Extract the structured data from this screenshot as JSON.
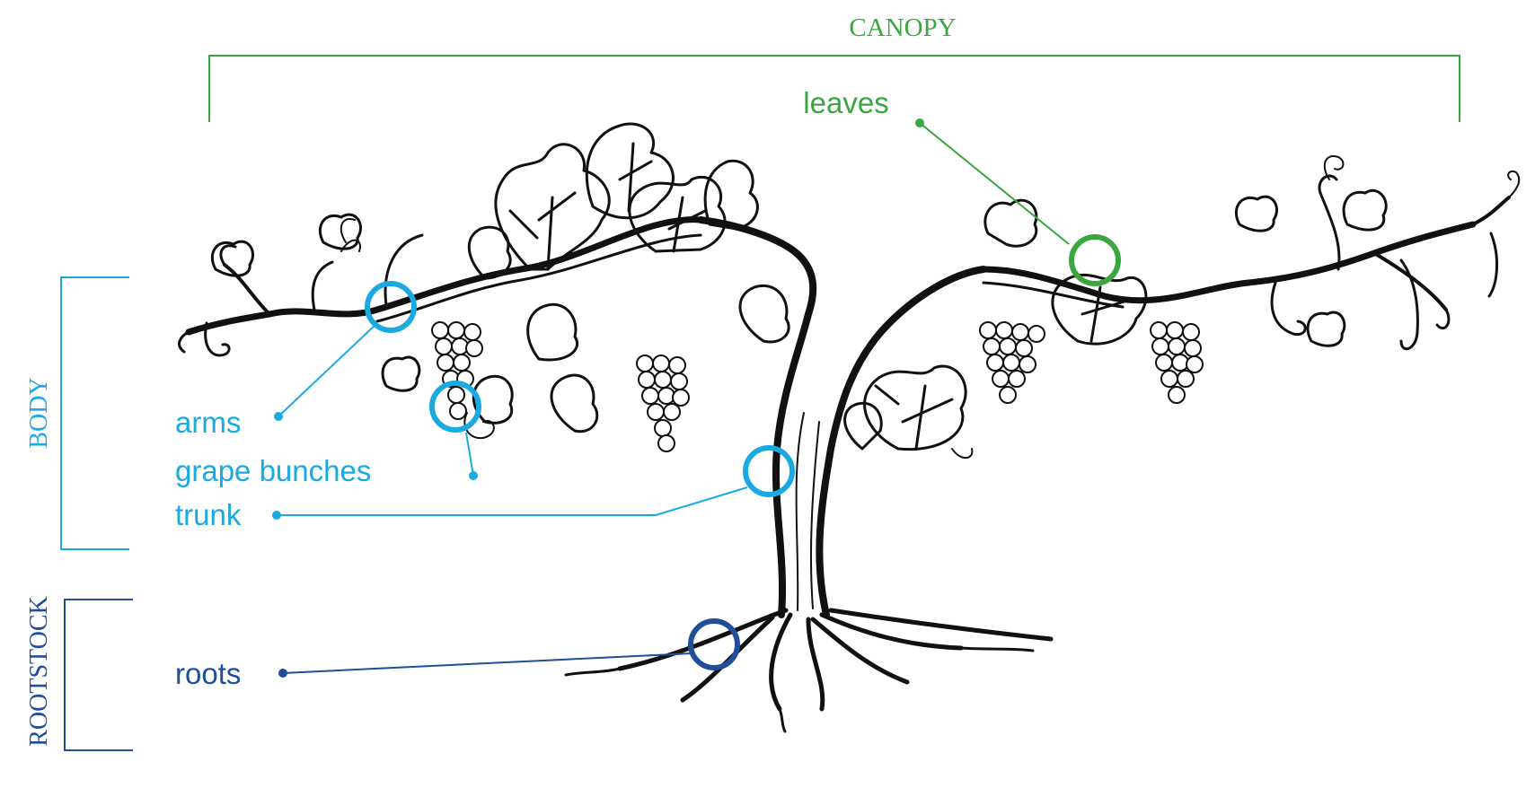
{
  "sections": {
    "canopy": "CANOPY",
    "body": "BODY",
    "rootstock": "ROOTSTOCK"
  },
  "labels": {
    "leaves": "leaves",
    "arms": "arms",
    "grape_bunches": "grape bunches",
    "trunk": "trunk",
    "roots": "roots"
  },
  "colors": {
    "canopy": "#3aa63f",
    "body": "#1ba9e1",
    "rootstock": "#1f4e9a",
    "ink": "#111111"
  }
}
